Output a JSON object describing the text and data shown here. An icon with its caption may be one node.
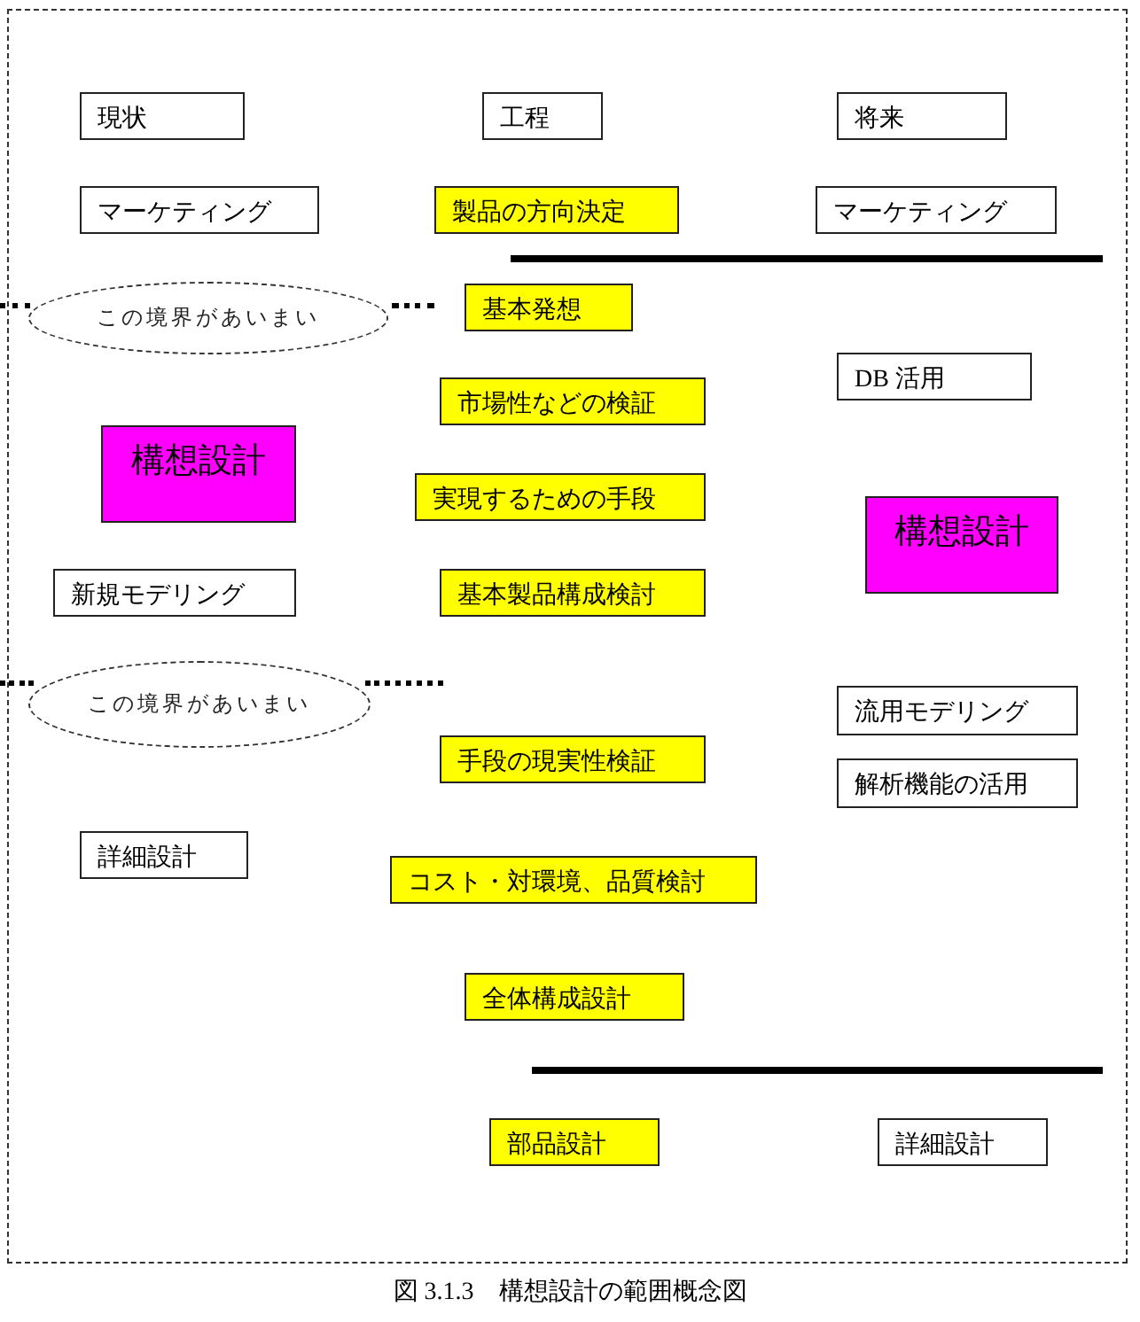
{
  "diagram": {
    "caption": "図 3.1.3　構想設計の範囲概念図",
    "nodes": [
      {
        "text": [
          "現状"
        ]
      },
      {
        "text": [
          "工程"
        ]
      },
      {
        "text": [
          "将来"
        ]
      },
      {
        "text": [
          "マーケティング"
        ]
      },
      {
        "text": [
          "製品の方向決定"
        ]
      },
      {
        "text": [
          "マーケティング"
        ]
      },
      {
        "text": [
          "この境界があいまい"
        ]
      },
      {
        "text": [
          "基本発想"
        ]
      },
      {
        "text": [
          "DB 活用"
        ]
      },
      {
        "text": [
          "市場性などの検証"
        ]
      },
      {
        "text": [
          "構想設計"
        ]
      },
      {
        "text": [
          "実現するための手段"
        ]
      },
      {
        "text": [
          "構想設計"
        ]
      },
      {
        "text": [
          "新規モデリング"
        ]
      },
      {
        "text": [
          "基本製品構成検討"
        ]
      },
      {
        "text": [
          "この境界があいまい"
        ]
      },
      {
        "text": [
          "流用モデリング"
        ]
      },
      {
        "text": [
          "手段の現実性検証"
        ]
      },
      {
        "text": [
          "解析機能の活用"
        ]
      },
      {
        "text": [
          "詳細設計"
        ]
      },
      {
        "text": [
          "コスト・対環境、品質検討"
        ]
      },
      {
        "text": [
          "全体構成設計"
        ]
      },
      {
        "text": [
          "部品設計"
        ]
      },
      {
        "text": [
          "詳細設計"
        ]
      }
    ]
  }
}
